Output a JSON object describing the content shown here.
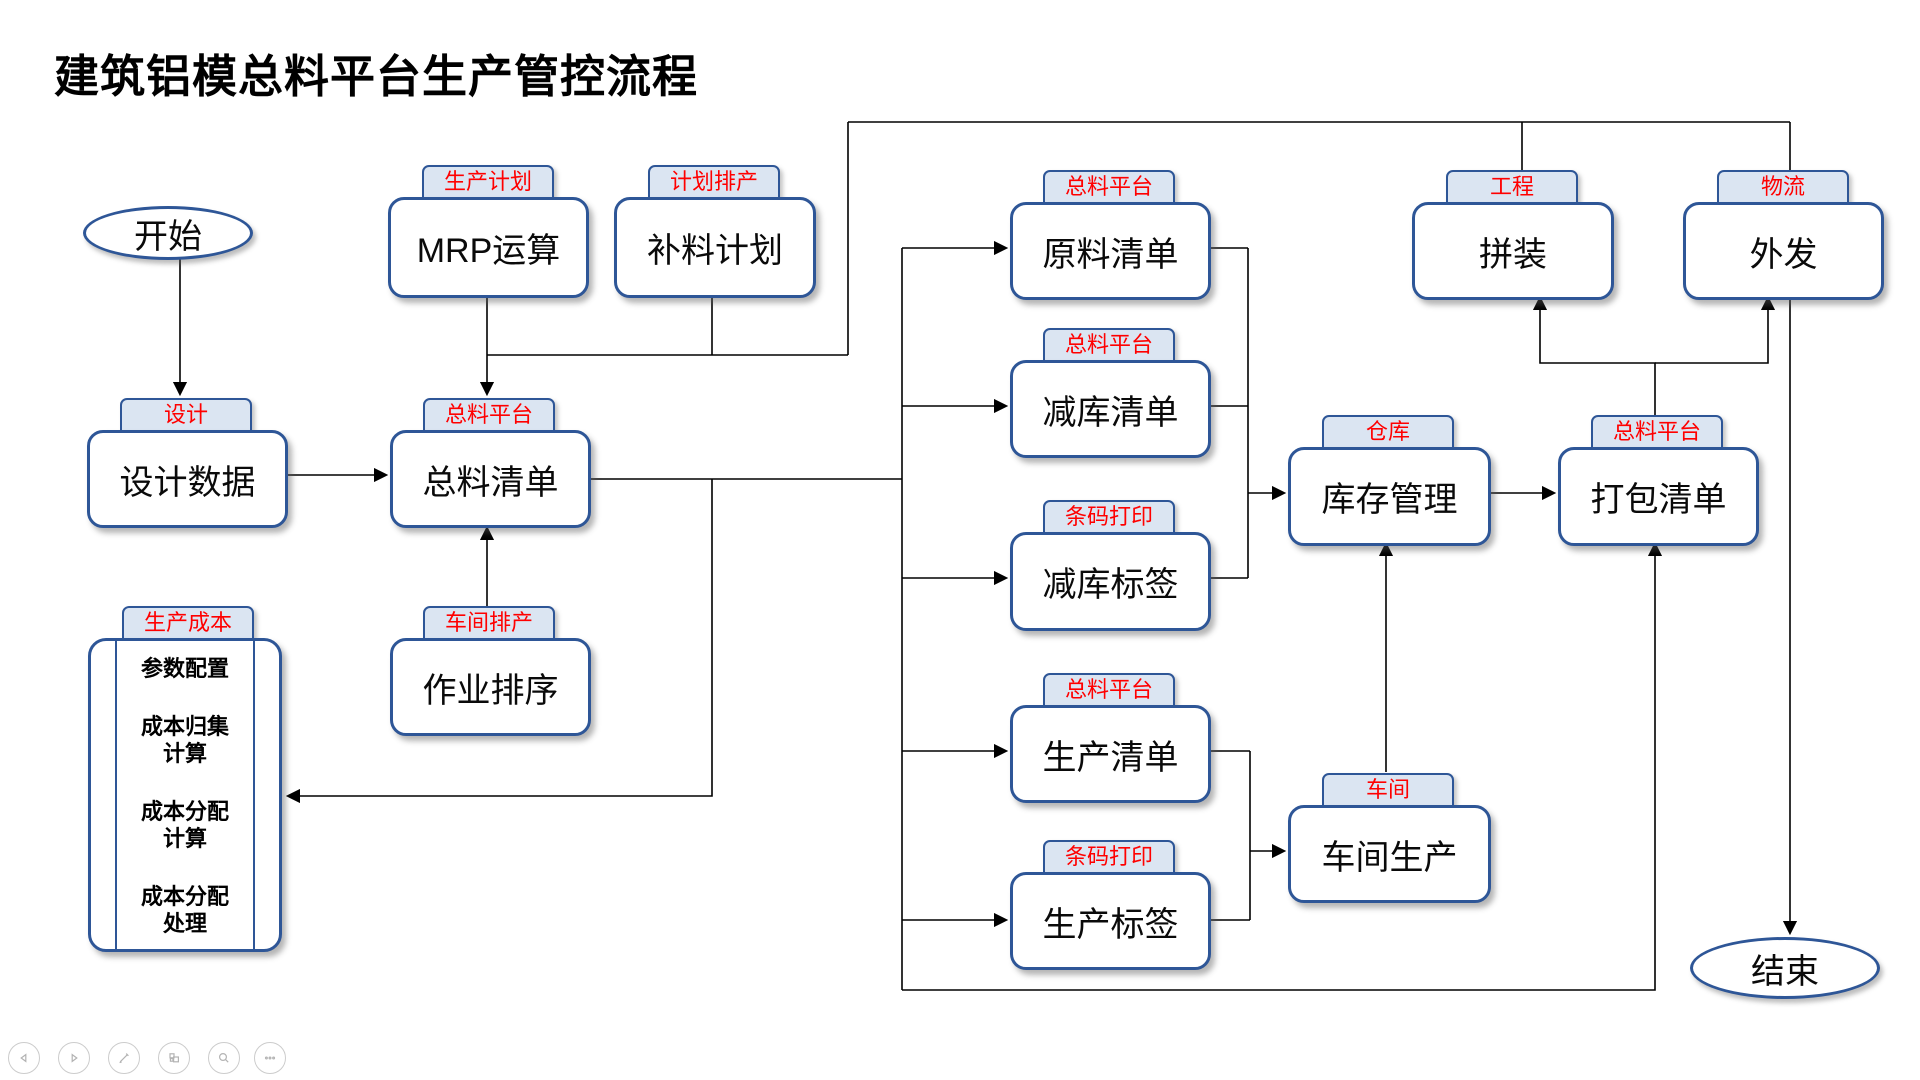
{
  "title": "建筑铝模总料平台生产管控流程",
  "colors": {
    "node_border": "#2e5697",
    "tag_fill": "#dbe5f2",
    "tag_text": "#ff0000",
    "line": "#000000",
    "box_fill": "#ffffff"
  },
  "terminals": {
    "start": {
      "label": "开始"
    },
    "end": {
      "label": "结束"
    }
  },
  "nodes": {
    "mrp": {
      "tag": "生产计划",
      "label": "MRP运算"
    },
    "buliao": {
      "tag": "计划排产",
      "label": "补料计划"
    },
    "sheji": {
      "tag": "设计",
      "label": "设计数据"
    },
    "zongliao": {
      "tag": "总料平台",
      "label": "总料清单"
    },
    "zuoye": {
      "tag": "车间排产",
      "label": "作业排序"
    },
    "yuanliao": {
      "tag": "总料平台",
      "label": "原料清单"
    },
    "jianku_qd": {
      "tag": "总料平台",
      "label": "减库清单"
    },
    "jianku_bq": {
      "tag": "条码打印",
      "label": "减库标签"
    },
    "shengchan_qd": {
      "tag": "总料平台",
      "label": "生产清单"
    },
    "shengchan_bq": {
      "tag": "条码打印",
      "label": "生产标签"
    },
    "kucun": {
      "tag": "仓库",
      "label": "库存管理"
    },
    "chejian": {
      "tag": "车间",
      "label": "车间生产"
    },
    "pinzhuang": {
      "tag": "工程",
      "label": "拼装"
    },
    "waifa": {
      "tag": "物流",
      "label": "外发"
    },
    "dabao": {
      "tag": "总料平台",
      "label": "打包清单"
    }
  },
  "cost_module": {
    "tag": "生产成本",
    "items": [
      "参数配置",
      "成本归集\n计算",
      "成本分配\n计算",
      "成本分配\n处理"
    ]
  },
  "controls": {
    "icons": [
      "previous-slide-icon",
      "next-slide-icon",
      "pen-icon",
      "slide-panel-icon",
      "zoom-icon",
      "more-icon"
    ]
  }
}
